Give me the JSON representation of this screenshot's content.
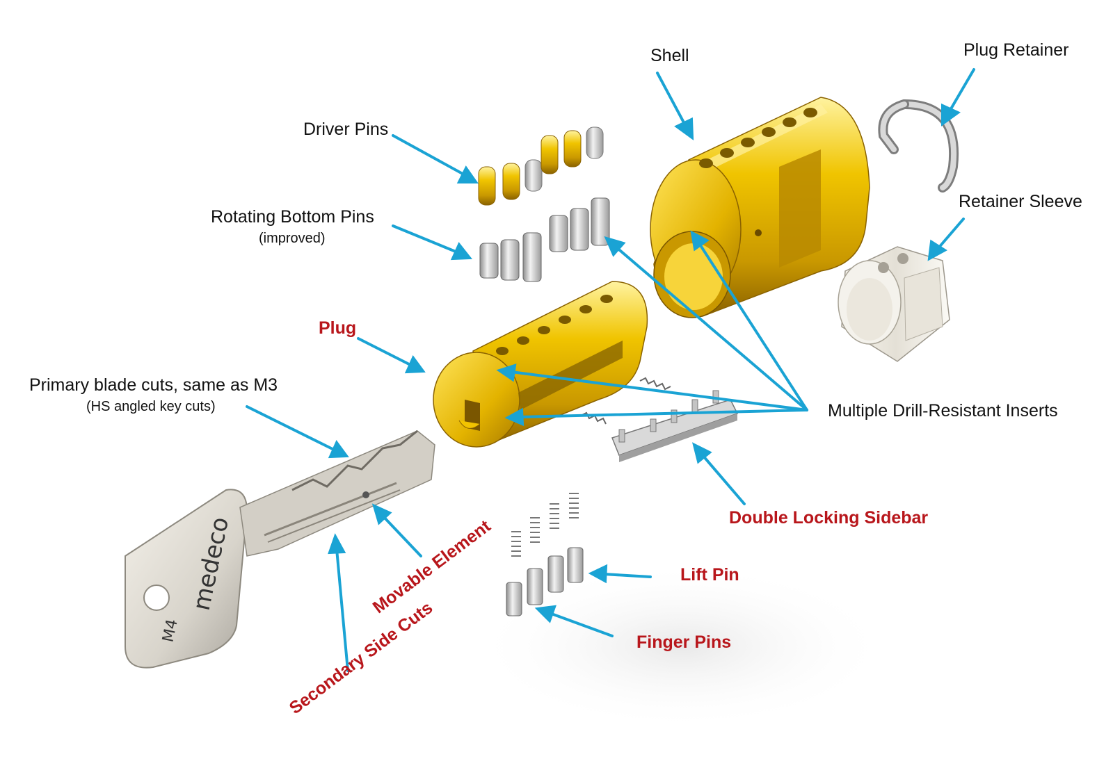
{
  "colors": {
    "arrow": "#1aa3d4",
    "label_black": "#111111",
    "label_red": "#b8161b",
    "brass": "#e0b400",
    "nickel": "#c9c9c9"
  },
  "labels": {
    "shell": "Shell",
    "plug_retainer": "Plug Retainer",
    "driver_pins": "Driver Pins",
    "rotating_bottom_pins": "Rotating Bottom Pins",
    "rotating_bottom_pins_note": "(improved)",
    "retainer_sleeve": "Retainer Sleeve",
    "plug": "Plug",
    "primary_blade_cuts": "Primary blade cuts, same as M3",
    "primary_blade_cuts_note": "(HS angled key cuts)",
    "drill_resistant_inserts": "Multiple Drill-Resistant Inserts",
    "double_locking_sidebar": "Double Locking Sidebar",
    "movable_element": "Movable Element",
    "secondary_side_cuts": "Secondary Side Cuts",
    "lift_pin": "Lift Pin",
    "finger_pins": "Finger Pins"
  },
  "key_stamp": {
    "brand": "medeco",
    "model": "M4"
  }
}
